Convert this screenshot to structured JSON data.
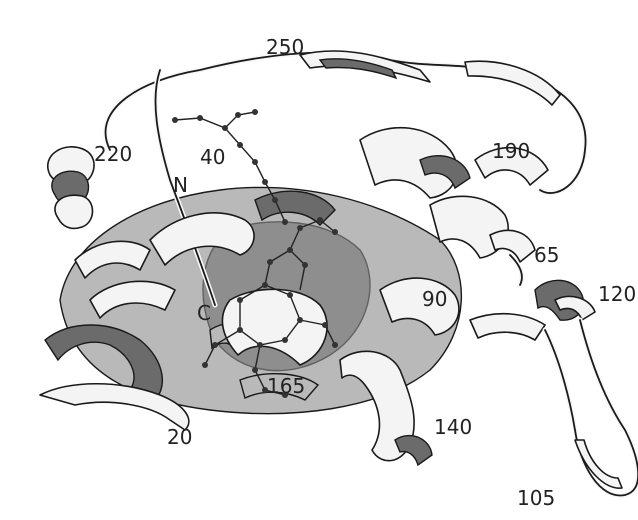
{
  "labels": {
    "res250": "250",
    "res220": "220",
    "res40": "40",
    "res190": "190",
    "nterm": "N",
    "res65": "65",
    "res120": "120",
    "res90": "90",
    "cterm": "C",
    "res165": "165",
    "res20": "20",
    "res140": "140",
    "res105": "105"
  },
  "colors": {
    "ink": "#1a1a1a",
    "shade_dark": "#6b6b6b",
    "shade_mid": "#b9b9b9",
    "ribbon": "#f4f4f4"
  }
}
